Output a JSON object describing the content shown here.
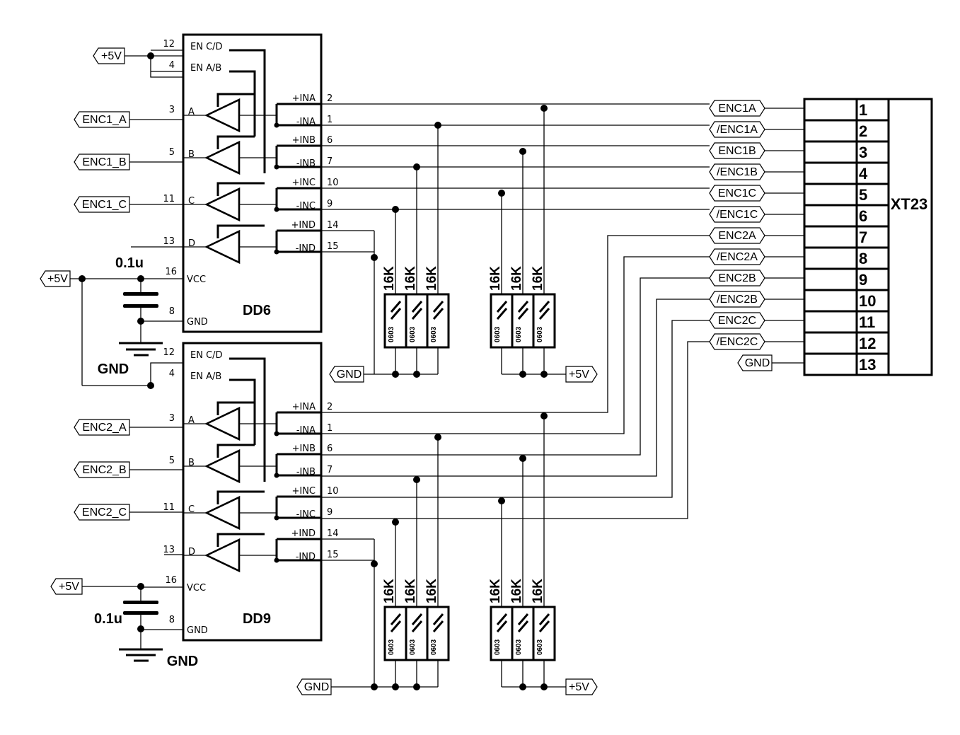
{
  "chips": [
    {
      "ref": "DD6",
      "pins_left": [
        {
          "num": "12",
          "name": "EN C/D"
        },
        {
          "num": "4",
          "name": "EN A/B"
        },
        {
          "num": "3",
          "name": "A"
        },
        {
          "num": "5",
          "name": "B"
        },
        {
          "num": "11",
          "name": "C"
        },
        {
          "num": "13",
          "name": "D"
        },
        {
          "num": "16",
          "name": "VCC"
        },
        {
          "num": "8",
          "name": "GND"
        }
      ],
      "pins_right": [
        {
          "num": "2",
          "name": "+INA"
        },
        {
          "num": "1",
          "name": "-INA"
        },
        {
          "num": "6",
          "name": "+INB"
        },
        {
          "num": "7",
          "name": "-INB"
        },
        {
          "num": "10",
          "name": "+INC"
        },
        {
          "num": "9",
          "name": "-INC"
        },
        {
          "num": "14",
          "name": "+IND"
        },
        {
          "num": "15",
          "name": "-IND"
        }
      ],
      "outputs": [
        "ENC1_A",
        "ENC1_B",
        "ENC1_C"
      ]
    },
    {
      "ref": "DD9",
      "pins_left": [
        {
          "num": "12",
          "name": "EN C/D"
        },
        {
          "num": "4",
          "name": "EN A/B"
        },
        {
          "num": "3",
          "name": "A"
        },
        {
          "num": "5",
          "name": "B"
        },
        {
          "num": "11",
          "name": "C"
        },
        {
          "num": "13",
          "name": "D"
        },
        {
          "num": "16",
          "name": "VCC"
        },
        {
          "num": "8",
          "name": "GND"
        }
      ],
      "pins_right": [
        {
          "num": "2",
          "name": "+INA"
        },
        {
          "num": "1",
          "name": "-INA"
        },
        {
          "num": "6",
          "name": "+INB"
        },
        {
          "num": "7",
          "name": "-INB"
        },
        {
          "num": "10",
          "name": "+INC"
        },
        {
          "num": "9",
          "name": "-INC"
        },
        {
          "num": "14",
          "name": "+IND"
        },
        {
          "num": "15",
          "name": "-IND"
        }
      ],
      "outputs": [
        "ENC2_A",
        "ENC2_B",
        "ENC2_C"
      ]
    }
  ],
  "power": {
    "vcc": "+5V",
    "gnd": "GND"
  },
  "capacitor": {
    "value": "0.1u"
  },
  "resistor": {
    "value": "16K",
    "package": "0603"
  },
  "connector": {
    "ref": "XT23",
    "pins": [
      {
        "num": "1",
        "net": "ENC1A"
      },
      {
        "num": "2",
        "net": "/ENC1A"
      },
      {
        "num": "3",
        "net": "ENC1B"
      },
      {
        "num": "4",
        "net": "/ENC1B"
      },
      {
        "num": "5",
        "net": "ENC1C"
      },
      {
        "num": "6",
        "net": "/ENC1C"
      },
      {
        "num": "7",
        "net": "ENC2A"
      },
      {
        "num": "8",
        "net": "/ENC2A"
      },
      {
        "num": "9",
        "net": "ENC2B"
      },
      {
        "num": "10",
        "net": "/ENC2B"
      },
      {
        "num": "11",
        "net": "ENC2C"
      },
      {
        "num": "12",
        "net": "/ENC2C"
      },
      {
        "num": "13",
        "net": "GND"
      }
    ]
  }
}
